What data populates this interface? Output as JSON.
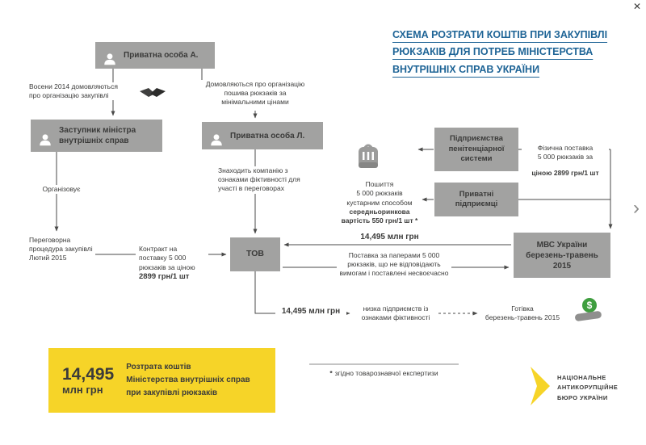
{
  "chrome": {
    "close": "✕",
    "next": "›"
  },
  "title": {
    "text": "СХЕМА РОЗТРАТИ КОШТІВ ПРИ ЗАКУПІВЛІ\nРЮКЗАКІВ ДЛЯ ПОТРЕБ МІНІСТЕРСТВА\nВНУТРІШНІХ СПРАВ УКРАЇНИ"
  },
  "boxes": {
    "person_a": "Приватна особа А.",
    "deputy_minister": "Заступник міністра\nвнутрішніх справ",
    "person_l": "Приватна особа Л.",
    "tov": "ТОВ",
    "penitentiary": "Підприємства\nпенітенціарної\nсистеми",
    "entrepreneurs": "Приватні\nпідприємці",
    "mvs": "МВС України\nберезень-травень\n2015"
  },
  "labels": {
    "autumn_2014": "Восени 2014 домовляються\nпро організацію закупівлі",
    "agree_sewing": "Домовляються про організацію\nпошива рюкзаків за\nмінімальними цінами",
    "organizes": "Організовує",
    "finds_company": "Знаходить компанію з\nознаками фіктивності для\nучасті в переговорах",
    "sewing_plain": "Пошиття\n5 000 рюкзаків\nкустарним способом",
    "sewing_bold": "середньоринкова\nвартість 550 грн/1 шт *",
    "physical_plain": "Фізична поставка\n5 000 рюкзаків за",
    "physical_bold": "ціною 2899 грн/1 шт",
    "negotiation": "Переговорна\nпроцедура закупівлі\nЛютий 2015",
    "contract_plain": "Контракт на\nпоставку 5 000\nрюкзаків за ціною",
    "contract_bold": "2899 грн/1 шт",
    "money_top": "14,495 млн грн",
    "paper_delivery": "Поставка за паперами 5 000\nрюкзаків, що не відповідають\nвимогам і поставлені несвоєчасно",
    "money_bottom": "14,495 млн грн",
    "shell_companies": "низка підприємств із\nознаками фіктивності",
    "cash": "Готівка\nберезень-травень 2015",
    "footnote_star": "*",
    "footnote_text": "згідно товарознавчої експертизи"
  },
  "summary": {
    "amount": "14,495",
    "unit": "млн грн",
    "text": "Розтрата коштів\nМіністерства внутрішніх справ\nпри закупівлі рюкзаків"
  },
  "logo": {
    "text": "НАЦІОНАЛЬНЕ\nАНТИКОРУПЦІЙНЕ\nБЮРО УКРАЇНИ"
  },
  "colors": {
    "accent_blue": "#1e6496",
    "box_gray": "#a2a2a1",
    "brand_yellow": "#f6d428",
    "line": "#4a4a49",
    "coin_green": "#3f9e3f"
  }
}
